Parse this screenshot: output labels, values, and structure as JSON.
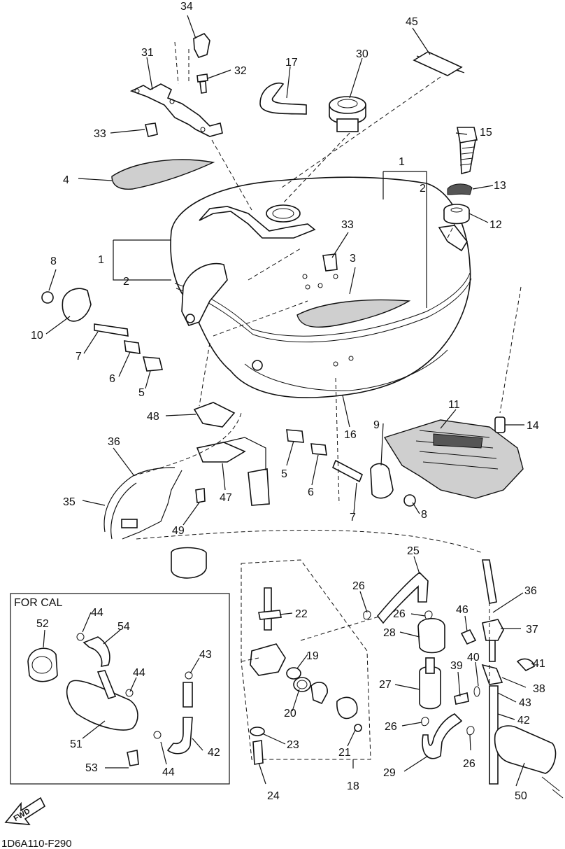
{
  "diagram": {
    "code": "1D6A110-F290",
    "inset_title": "FOR CAL",
    "fwd_label": "FWD"
  },
  "labels": {
    "p1a": "1",
    "p1b": "1",
    "p2a": "2",
    "p2b": "2",
    "p3": "3",
    "p4": "4",
    "p5a": "5",
    "p5b": "5",
    "p6a": "6",
    "p6b": "6",
    "p7a": "7",
    "p7b": "7",
    "p8a": "8",
    "p8b": "8",
    "p9": "9",
    "p10": "10",
    "p11": "11",
    "p12": "12",
    "p13": "13",
    "p14": "14",
    "p15": "15",
    "p16": "16",
    "p17": "17",
    "p18": "18",
    "p19": "19",
    "p20": "20",
    "p21": "21",
    "p22": "22",
    "p23": "23",
    "p24": "24",
    "p25": "25",
    "p26a": "26",
    "p26b": "26",
    "p26c": "26",
    "p26d": "26",
    "p27": "27",
    "p28": "28",
    "p29": "29",
    "p30": "30",
    "p31": "31",
    "p32": "32",
    "p33a": "33",
    "p33b": "33",
    "p34": "34",
    "p35": "35",
    "p36a": "36",
    "p36b": "36",
    "p37": "37",
    "p38": "38",
    "p39": "39",
    "p40": "40",
    "p41": "41",
    "p42a": "42",
    "p42b": "42",
    "p43a": "43",
    "p43b": "43",
    "p44a": "44",
    "p44b": "44",
    "p44c": "44",
    "p45": "45",
    "p46": "46",
    "p47": "47",
    "p48": "48",
    "p49": "49",
    "p50": "50",
    "p51": "51",
    "p52": "52",
    "p53": "53",
    "p54": "54"
  }
}
